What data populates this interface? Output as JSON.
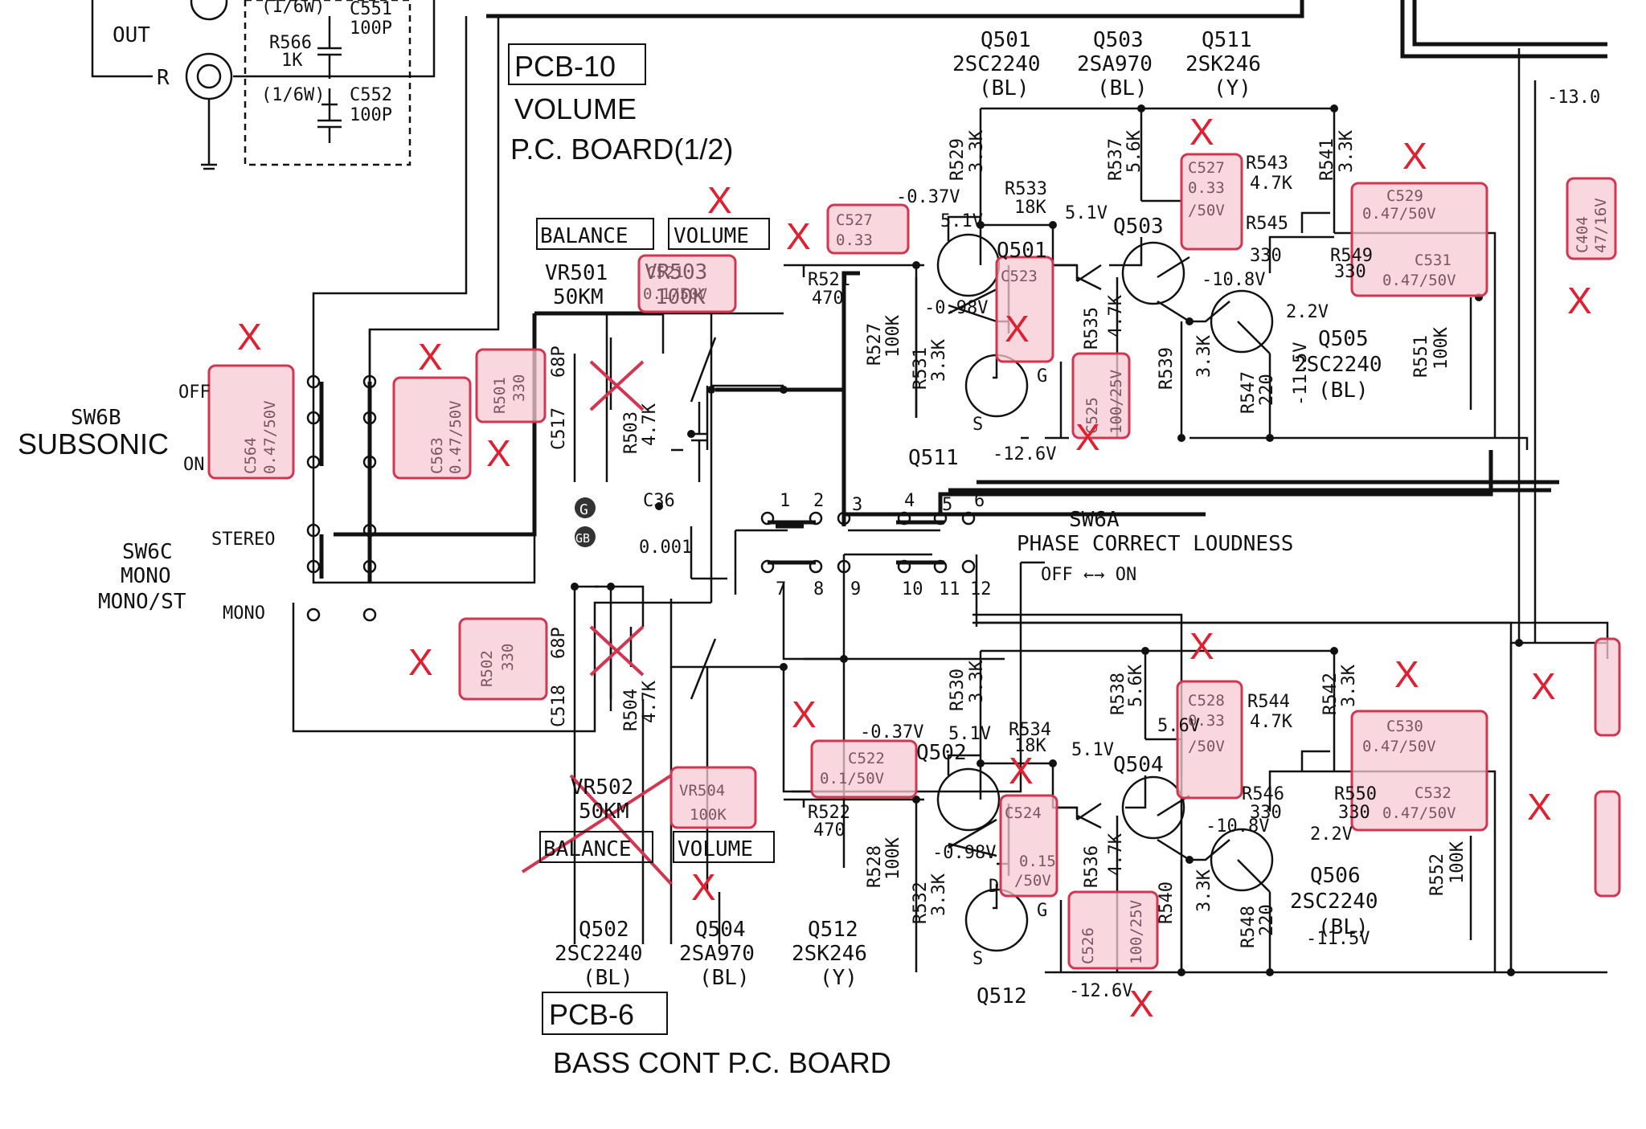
{
  "board_labels": {
    "pcb10": "PCB-10",
    "pcb10_title1": "VOLUME",
    "pcb10_title2": "P.C. BOARD(1/2)",
    "pcb6": "PCB-6",
    "pcb6_title": "BASS CONT P.C. BOARD"
  },
  "top_left": {
    "out": "OUT",
    "r": "R",
    "r566": "R566",
    "r566_val": "1K",
    "r566_w": "(1/6W)",
    "r566_w2": "(1/6W)",
    "c551": "C551",
    "c551_val": "100P",
    "c552": "C552",
    "c552_val": "100P"
  },
  "controls": {
    "balance": "BALANCE",
    "volume": "VOLUME",
    "vr501": "VR501",
    "vr501_val": "50KM",
    "vr502": "VR502",
    "vr502_val": "50KM",
    "balance2": "BALANCE",
    "volume2": "VOLUME"
  },
  "switches": {
    "sw6b": "SW6B",
    "subsonic": "SUBSONIC",
    "off": "OFF",
    "on": "ON",
    "sw6c": "SW6C",
    "mono": "MONO",
    "mono_st": "MONO/ST",
    "stereo": "STEREO",
    "mono2": "MONO",
    "sw6a": "SW6A",
    "sw6a_desc": "PHASE CORRECT LOUDNESS",
    "off_on": "OFF ←→ ON",
    "pins_top": [
      "1",
      "2",
      "3",
      "4",
      "5",
      "6"
    ],
    "pins_bot": [
      "7",
      "8",
      "9",
      "10",
      "11",
      "12"
    ]
  },
  "transistors": {
    "q501": "Q501",
    "q501_t": "2SC2240",
    "q501_g": "(BL)",
    "q503": "Q503",
    "q503_t": "2SA970",
    "q503_g": "(BL)",
    "q511": "Q511",
    "q511_t": "2SK246",
    "q511_g": "(Y)",
    "q505": "Q505",
    "q505_t": "2SC2240",
    "q505_g": "(BL)",
    "q502": "Q502",
    "q502_t": "2SC2240",
    "q502_g": "(BL)",
    "q504": "Q504",
    "q504_t": "2SA970",
    "q504_g": "(BL)",
    "q512": "Q512",
    "q512_t": "2SK246",
    "q512_g": "(Y)",
    "q506": "Q506",
    "q506_t": "2SC2240",
    "q506_g": "(BL)"
  },
  "highlighted": {
    "c564": "C564",
    "c564_v": "0.47/50V",
    "c563": "C563",
    "c563_v": "0.47/50V",
    "r501": "R501",
    "r501_v": "330",
    "vr503": "VR503",
    "vr503_v": "100K",
    "c521": "C521",
    "c521_v": "0.1/50V",
    "c523": "C523",
    "c525": "C525",
    "c525_v": "100/25V",
    "c527": "C527",
    "c527_v": "0.33",
    "c527_v2": "/50V",
    "c529": "C529",
    "c529_v": "0.47/50V",
    "c531": "C531",
    "c531_v": "0.47/50V",
    "c404": "C404",
    "c404_v": "47/16V",
    "r502": "R502",
    "r502_v": "330",
    "vr504": "VR504",
    "vr504_v": "100K",
    "c522": "C522",
    "c522_v": "0.1/50V",
    "c524": "C524",
    "c524_v": "0.15",
    "c524_v2": "/50V",
    "c526": "C526",
    "c526_v": "100/25V",
    "c528": "C528",
    "c528_v": "0.33",
    "c528_v2": "/50V",
    "c530": "C530",
    "c530_v": "0.47/50V",
    "c532": "C532",
    "c532_v": "0.47/50V"
  },
  "resistors": {
    "r529": "R529",
    "r529_v": "3.3K",
    "r533": "R533",
    "r533_v": "18K",
    "r537": "R537",
    "r537_v": "5.6K",
    "r543": "R543",
    "r543_v": "4.7K",
    "r545": "R545",
    "r545_v": "330",
    "r541": "R541",
    "r541_v": "3.3K",
    "r549": "R549",
    "r549_v": "330",
    "r521": "R521",
    "r521_v": "470",
    "r527": "R527",
    "r527_v": "100K",
    "r531": "R531",
    "r531_v": "3.3K",
    "r535": "R535",
    "r535_v": "4.7K",
    "r539": "R539",
    "r539_v": "3.3K",
    "r547": "R547",
    "r547_v": "220",
    "r551": "R551",
    "r551_v": "100K",
    "r503": "R503",
    "r503_v": "4.7K",
    "c517": "C517",
    "c517_v": "68P",
    "r530": "R530",
    "r530_v": "3.3K",
    "r534": "R534",
    "r534_v": "18K",
    "r538": "R538",
    "r538_v": "5.6K",
    "r544": "R544",
    "r544_v": "4.7K",
    "r546": "R546",
    "r546_v": "330",
    "r542": "R542",
    "r542_v": "3.3K",
    "r550": "R550",
    "r550_v": "330",
    "r522": "R522",
    "r522_v": "470",
    "r528": "R528",
    "r528_v": "100K",
    "r532": "R532",
    "r532_v": "3.3K",
    "r536": "R536",
    "r536_v": "4.7K",
    "r540": "R540",
    "r540_v": "3.3K",
    "r548": "R548",
    "r548_v": "220",
    "r552": "R552",
    "r552_v": "100K",
    "r504": "R504",
    "r504_v": "4.7K",
    "c518": "C518",
    "c518_v": "68P",
    "c36": "C36",
    "c36_v": "0.001",
    "g": "G",
    "gb": "GB"
  },
  "voltages": {
    "v037": "-0.37V",
    "v51a": "5.1V",
    "v51b": "5.1V",
    "v098": "-0.98V",
    "v108": "-10.8V",
    "v22": "2.2V",
    "v115": "-11.5V",
    "v126": "-12.6V",
    "v130": "-13.0",
    "v037b": "-0.37V",
    "v51c": "5.1V",
    "v51d": "5.1V",
    "v56": "5.6V",
    "v098b": "-0.98V",
    "v108b": "-10.8V",
    "v22b": "2.2V",
    "v115b": "-11.5V",
    "v126b": "-12.6V"
  },
  "marks": {
    "x": "X",
    "g": "G",
    "s": "S",
    "d": "D"
  }
}
